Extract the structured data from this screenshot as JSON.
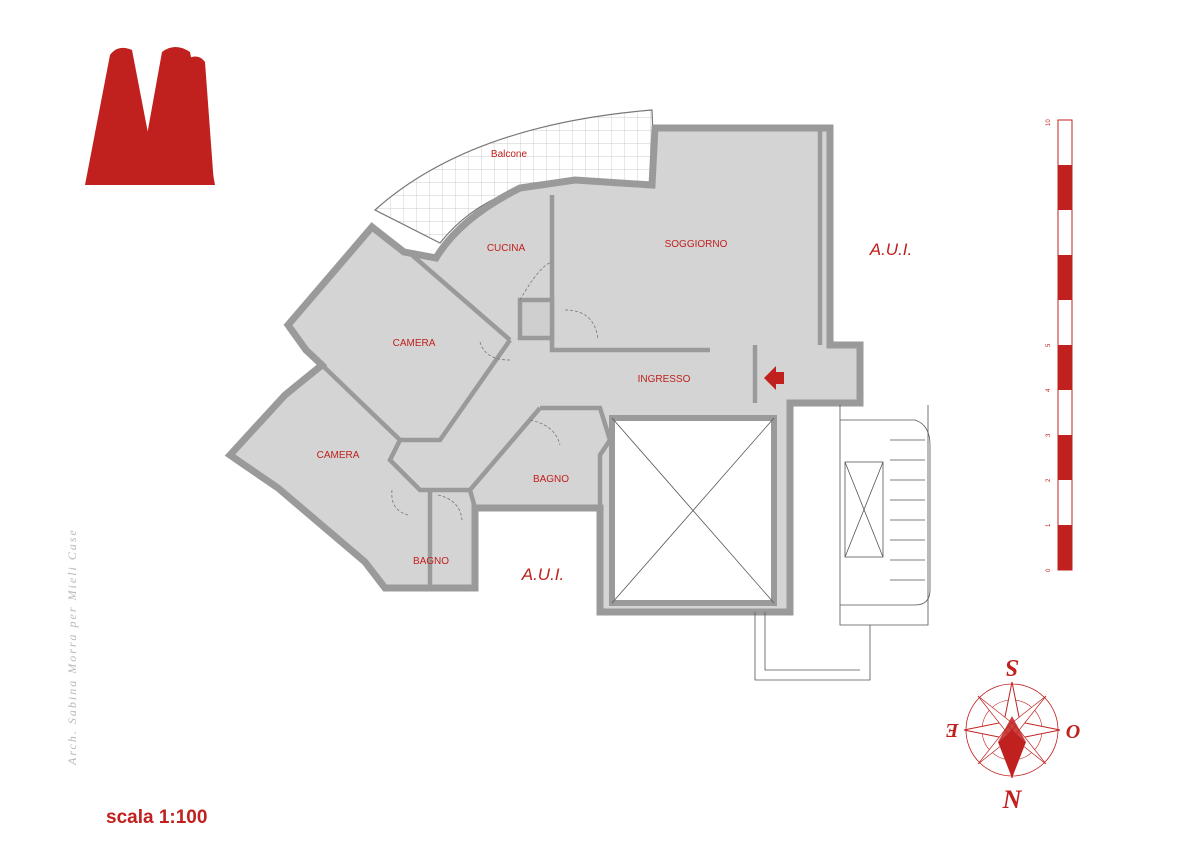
{
  "rooms": {
    "balcone": "Balcone",
    "cucina": "CUCINA",
    "soggiorno": "SOGGIORNO",
    "camera_1": "CAMERA",
    "camera_2": "CAMERA",
    "ingresso": "INGRESSO",
    "bagno_1": "BAGNO",
    "bagno_2": "BAGNO"
  },
  "aui_labels": {
    "east": "A.U.I.",
    "south": "A.U.I."
  },
  "scale_bar": {
    "ticks": [
      "0",
      "1",
      "2",
      "3",
      "4",
      "5",
      "10"
    ]
  },
  "compass": {
    "top": "S",
    "left": "E",
    "right": "O",
    "bottom": "N"
  },
  "credit": "Arch. Sabina Morra per Mieli Case",
  "scale_caption": "scala 1:100",
  "colors": {
    "accent": "#c0201e",
    "floor": "#d4d4d4",
    "wall": "#9a9a9a",
    "grid": "#bdbdbd"
  },
  "icons": {
    "logo": "brand-m-logo",
    "compass": "compass-rose-icon",
    "entrance": "entrance-arrow-icon"
  }
}
